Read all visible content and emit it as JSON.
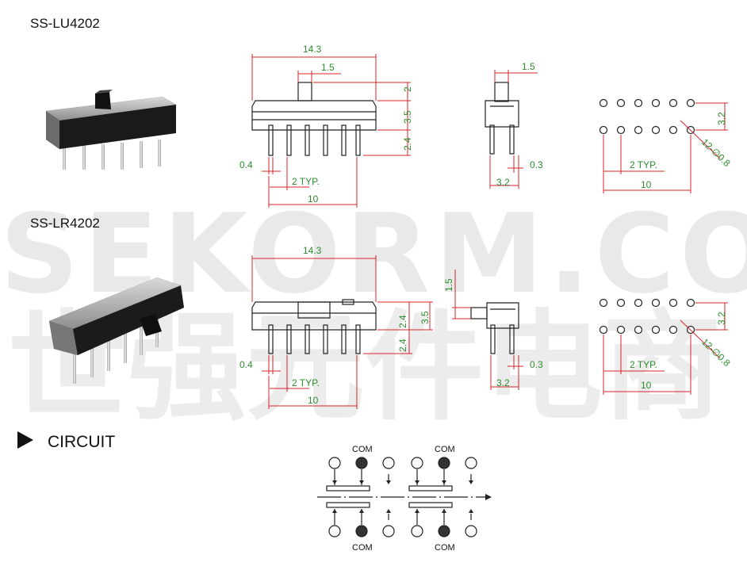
{
  "models": {
    "lu": "SS-LU4202",
    "lr": "SS-LR4202"
  },
  "lu_dims": {
    "length": "14.3",
    "actuator_w": "1.5",
    "actuator_h": "2",
    "body_h": "3.5",
    "pin_len": "2.4",
    "pin_w": "0.4",
    "pitch": "2 TYP.",
    "pin_span": "10",
    "side_actuator_w": "1.5",
    "side_pin": "0.3",
    "side_w": "3.2",
    "pcb_row": "3.2",
    "pcb_hole": "12-∅0.8",
    "pcb_pitch": "2 TYP.",
    "pcb_span": "10"
  },
  "lr_dims": {
    "length": "14.3",
    "mid_h": "2.4",
    "body_h": "3.5",
    "pin_len": "2.4",
    "pin_w": "0.4",
    "pitch": "2 TYP.",
    "pin_span": "10",
    "actuator": "1.5",
    "side_pin": "0.3",
    "side_w": "3.2",
    "pcb_row": "3.2",
    "pcb_hole": "12-∅0.8",
    "pcb_pitch": "2 TYP.",
    "pcb_span": "10"
  },
  "circuit": {
    "title": "CIRCUIT",
    "com_top_left": "COM",
    "com_top_right": "COM",
    "com_bottom_left": "COM",
    "com_bottom_right": "COM"
  },
  "watermark": {
    "latin": "SEKORM.COM",
    "cjk": "世强元件电商"
  },
  "colors": {
    "dimension": "#d8232a",
    "dimension_text": "#2e8b2e",
    "line": "#222222",
    "watermark": "#e8e8e8"
  }
}
